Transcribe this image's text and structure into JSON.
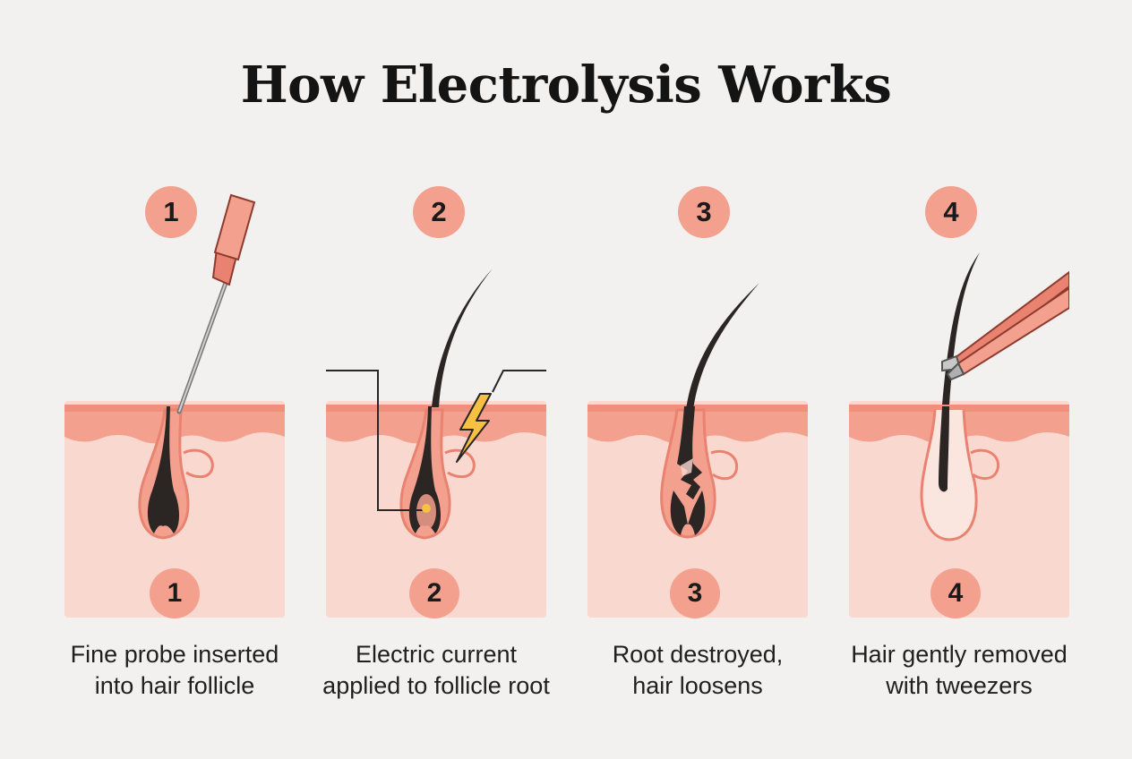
{
  "title": "How Electrolysis Works",
  "colors": {
    "background": "#f3f1ef",
    "skin_surface": "#f3a08e",
    "skin_inner": "#f9d9cf",
    "follicle_outline": "#e98270",
    "hair": "#2b2624",
    "badge": "#f3a08e",
    "spark": "#f6c142"
  },
  "steps": [
    {
      "number": "1",
      "caption_lines": [
        "Fine probe inserted",
        "into hair follicle"
      ],
      "icon": "probe-icon"
    },
    {
      "number": "2",
      "caption_lines": [
        "Electric current",
        "applied to follicle root"
      ],
      "icon": "lightning-bolt-icon"
    },
    {
      "number": "3",
      "caption_lines": [
        "Root destroyed,",
        "hair loosens"
      ],
      "icon": "damaged-root-icon"
    },
    {
      "number": "4",
      "caption_lines": [
        "Hair gently removed",
        "with tweezers"
      ],
      "icon": "tweezers-icon"
    }
  ]
}
